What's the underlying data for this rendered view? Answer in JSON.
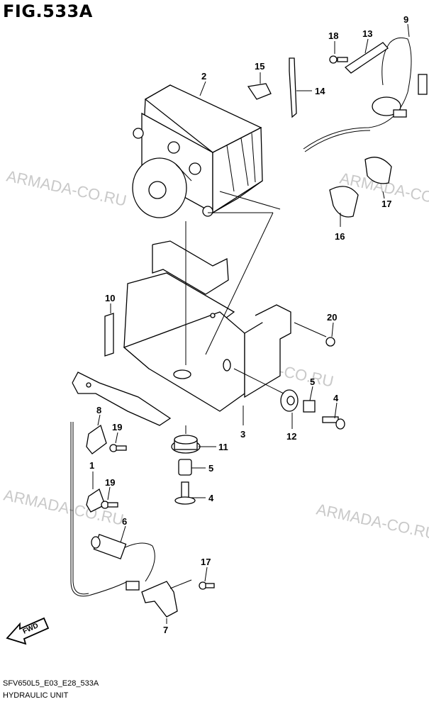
{
  "figure": {
    "title": "FIG.533A",
    "model_code": "SFV650L5_E03_E28_533A",
    "section_name": "HYDRAULIC UNIT",
    "fwd_label": "FWD"
  },
  "watermark": "ARMADA-CO.RU",
  "callouts": [
    "1",
    "2",
    "3",
    "4",
    "5",
    "6",
    "7",
    "8",
    "9",
    "10",
    "11",
    "12",
    "13",
    "14",
    "15",
    "16",
    "17",
    "18",
    "19",
    "20"
  ],
  "colors": {
    "ink": "#000000",
    "watermark": "#c9c9c9",
    "background": "#ffffff"
  }
}
